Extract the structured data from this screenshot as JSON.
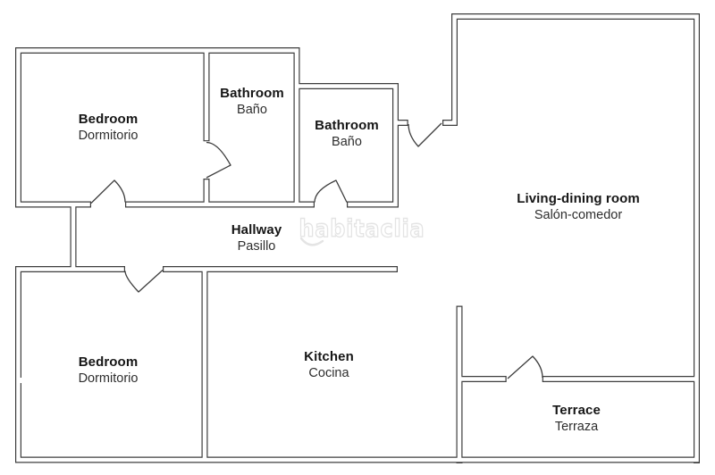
{
  "watermark": {
    "text": "habitaclia"
  },
  "colors": {
    "wall": "#3d3d3d",
    "label_primary": "#161616",
    "label_secondary": "#2e2e2e",
    "watermark_stroke": "#e4e4e4",
    "background": "#ffffff"
  },
  "rooms": [
    {
      "key": "bedroom-1",
      "name_en": "Bedroom",
      "name_es": "Dormitorio"
    },
    {
      "key": "bathroom-1",
      "name_en": "Bathroom",
      "name_es": "Baño"
    },
    {
      "key": "bathroom-2",
      "name_en": "Bathroom",
      "name_es": "Baño"
    },
    {
      "key": "living-dining-room",
      "name_en": "Living-dining room",
      "name_es": "Salón-comedor"
    },
    {
      "key": "hallway",
      "name_en": "Hallway",
      "name_es": "Pasillo"
    },
    {
      "key": "bedroom-2",
      "name_en": "Bedroom",
      "name_es": "Dormitorio"
    },
    {
      "key": "kitchen",
      "name_en": "Kitchen",
      "name_es": "Cocina"
    },
    {
      "key": "terrace",
      "name_en": "Terrace",
      "name_es": "Terraza"
    }
  ]
}
